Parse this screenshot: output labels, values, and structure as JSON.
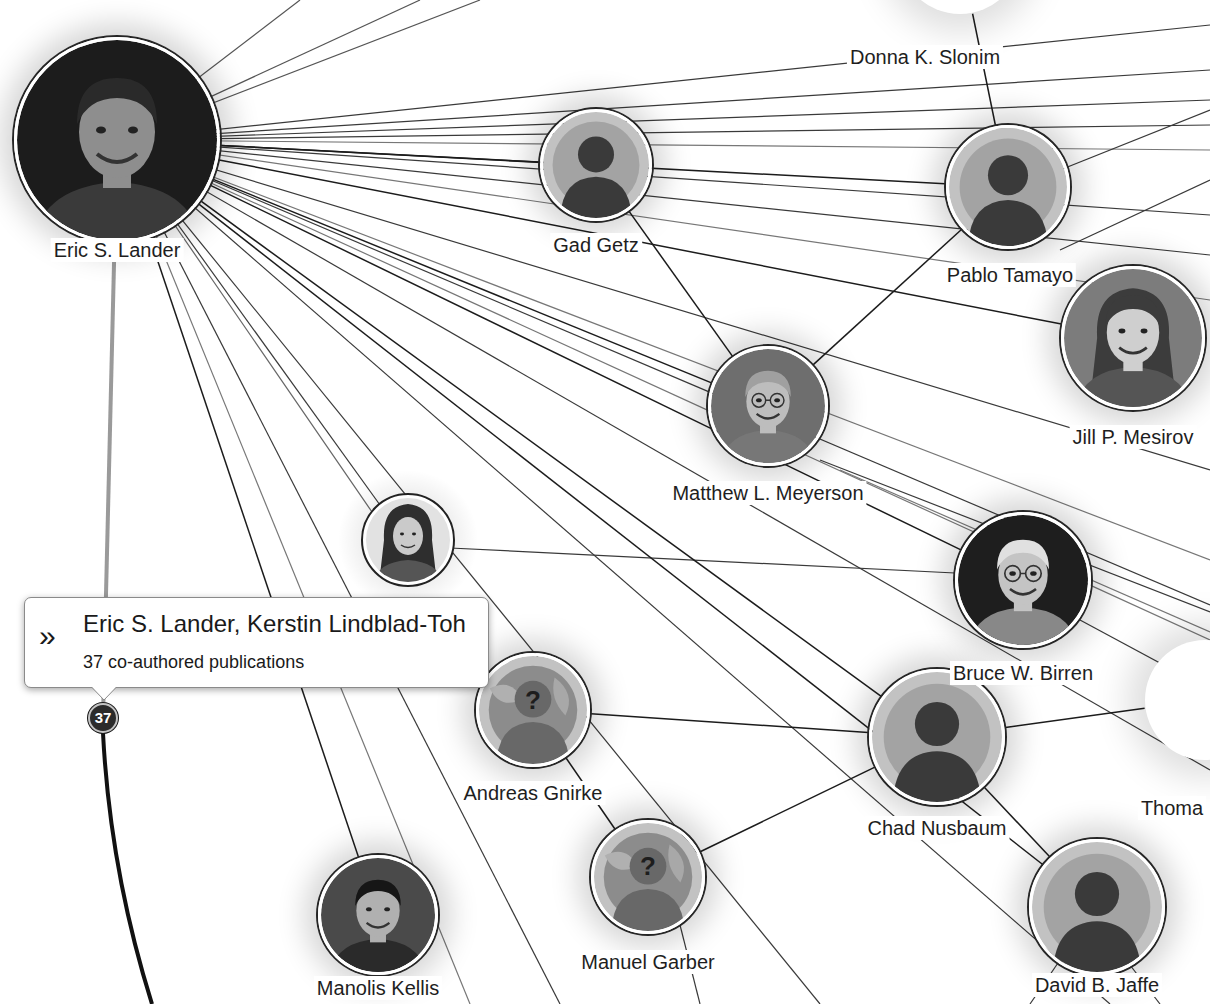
{
  "diagram": {
    "nodes": [
      {
        "text": [
          "Eric S. Lander"
        ]
      },
      {
        "text": [
          "Donna K. Slonim"
        ]
      },
      {
        "text": [
          "Gad Getz"
        ]
      },
      {
        "text": [
          "Pablo Tamayo"
        ]
      },
      {
        "text": [
          "Jill P. Mesirov"
        ]
      },
      {
        "text": [
          "Matthew L. Meyerson"
        ]
      },
      {
        "text": [
          "Bruce W. Birren"
        ]
      },
      {
        "text": [
          "Andreas Gnirke"
        ]
      },
      {
        "text": [
          "Chad Nusbaum"
        ]
      },
      {
        "text": [
          "Thoma"
        ]
      },
      {
        "text": [
          "Manuel Garber"
        ]
      },
      {
        "text": [
          "David B. Jaffe"
        ]
      },
      {
        "text": [
          "Manolis Kellis"
        ]
      },
      {
        "text": [
          "»",
          "Eric S. Lander, Kerstin Lindblad-Toh",
          "37 co-authored publications"
        ]
      },
      {
        "text": [
          "37"
        ]
      }
    ],
    "edges": [
      {
        "from": 0,
        "to": 2,
        "arrow": "none"
      },
      {
        "from": 0,
        "to": 3,
        "arrow": "none"
      },
      {
        "from": 0,
        "to": 4,
        "arrow": "none"
      },
      {
        "from": 0,
        "to": 5,
        "arrow": "none"
      },
      {
        "from": 0,
        "to": 6,
        "arrow": "none"
      },
      {
        "from": 0,
        "to": 8,
        "arrow": "none"
      },
      {
        "from": 0,
        "to": 11,
        "arrow": "none"
      },
      {
        "from": 0,
        "to": 12,
        "arrow": "none"
      },
      {
        "from": 0,
        "to": 14,
        "arrow": "none"
      },
      {
        "from": 1,
        "to": 3,
        "arrow": "none"
      },
      {
        "from": 2,
        "to": 5,
        "arrow": "none"
      },
      {
        "from": 5,
        "to": 3,
        "arrow": "none"
      },
      {
        "from": 7,
        "to": 8,
        "arrow": "none"
      },
      {
        "from": 7,
        "to": 10,
        "arrow": "none"
      },
      {
        "from": 10,
        "to": 8,
        "arrow": "none"
      },
      {
        "from": 8,
        "to": 11,
        "arrow": "none"
      },
      {
        "from": 8,
        "to": 9,
        "arrow": "none"
      }
    ],
    "labels": [
      "?",
      "?"
    ]
  }
}
